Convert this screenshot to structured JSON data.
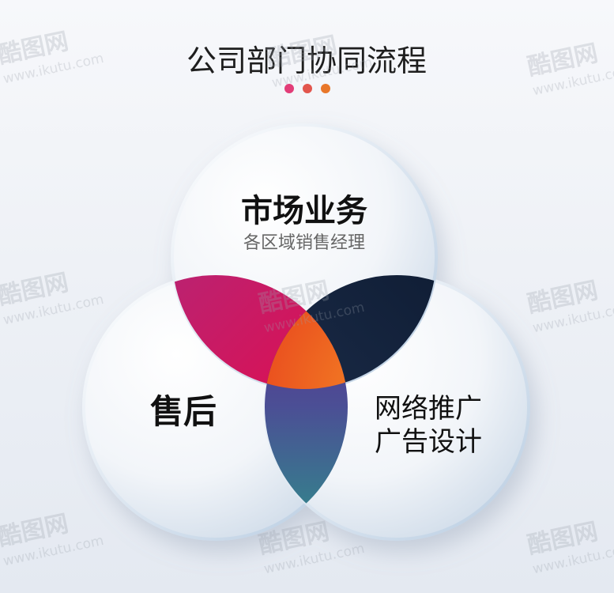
{
  "title": "公司部门协同流程",
  "colors": {
    "dot1": "#e23d78",
    "dot2": "#e2564d",
    "dot3": "#e8772a",
    "overlap_top_left": "#d4145a",
    "overlap_top_right": "#14233f",
    "overlap_bottom": "#2f8d8a",
    "overlap_center": "#f06a1c"
  },
  "circles": {
    "top": {
      "title": "市场业务",
      "subtitle": "各区域销售经理"
    },
    "left": {
      "title": "售后"
    },
    "right": {
      "line1": "网络推广",
      "line2": "广告设计"
    }
  },
  "watermark": {
    "brand": "酷图网",
    "url": "www.ikutu.com"
  }
}
